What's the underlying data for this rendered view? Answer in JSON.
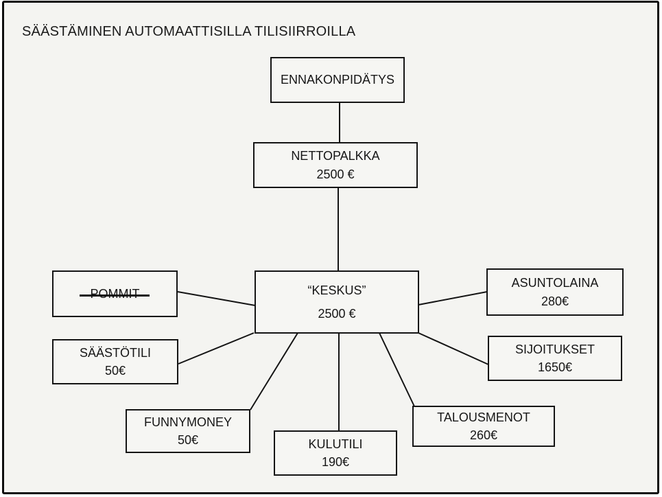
{
  "page": {
    "title": "SÄÄSTÄMINEN AUTOMAATTISILLA TILISIIRROILLA"
  },
  "colors": {
    "background": "#f4f4f1",
    "box_fill": "#f6f6f3",
    "line": "#141414",
    "text": "#161616"
  },
  "nodes": {
    "ennakonpidatys": {
      "label": "ENNAKONPIDÄTYS",
      "value": ""
    },
    "nettopalkka": {
      "label": "NETTOPALKKA",
      "value": "2500 €"
    },
    "keskus": {
      "label": "“KESKUS”",
      "value": "2500 €"
    },
    "pommit": {
      "label": "POMMIT",
      "value": "",
      "struck": true
    },
    "saastotili": {
      "label": "SÄÄSTÖTILI",
      "value": "50€"
    },
    "asuntolaina": {
      "label": "ASUNTOLAINA",
      "value": "280€"
    },
    "sijoitukset": {
      "label": "SIJOITUKSET",
      "value": "1650€"
    },
    "funnymoney": {
      "label": "FUNNYMONEY",
      "value": "50€"
    },
    "kulutili": {
      "label": "KULUTILI",
      "value": "190€"
    },
    "talousmenot": {
      "label": "TALOUSMENOT",
      "value": "260€"
    }
  },
  "connections": [
    {
      "from": "ennakonpidatys",
      "to": "nettopalkka"
    },
    {
      "from": "nettopalkka",
      "to": "keskus"
    },
    {
      "from": "keskus",
      "to": "pommit"
    },
    {
      "from": "keskus",
      "to": "saastotili"
    },
    {
      "from": "keskus",
      "to": "asuntolaina"
    },
    {
      "from": "keskus",
      "to": "sijoitukset"
    },
    {
      "from": "keskus",
      "to": "funnymoney"
    },
    {
      "from": "keskus",
      "to": "kulutili"
    },
    {
      "from": "keskus",
      "to": "talousmenot"
    }
  ]
}
